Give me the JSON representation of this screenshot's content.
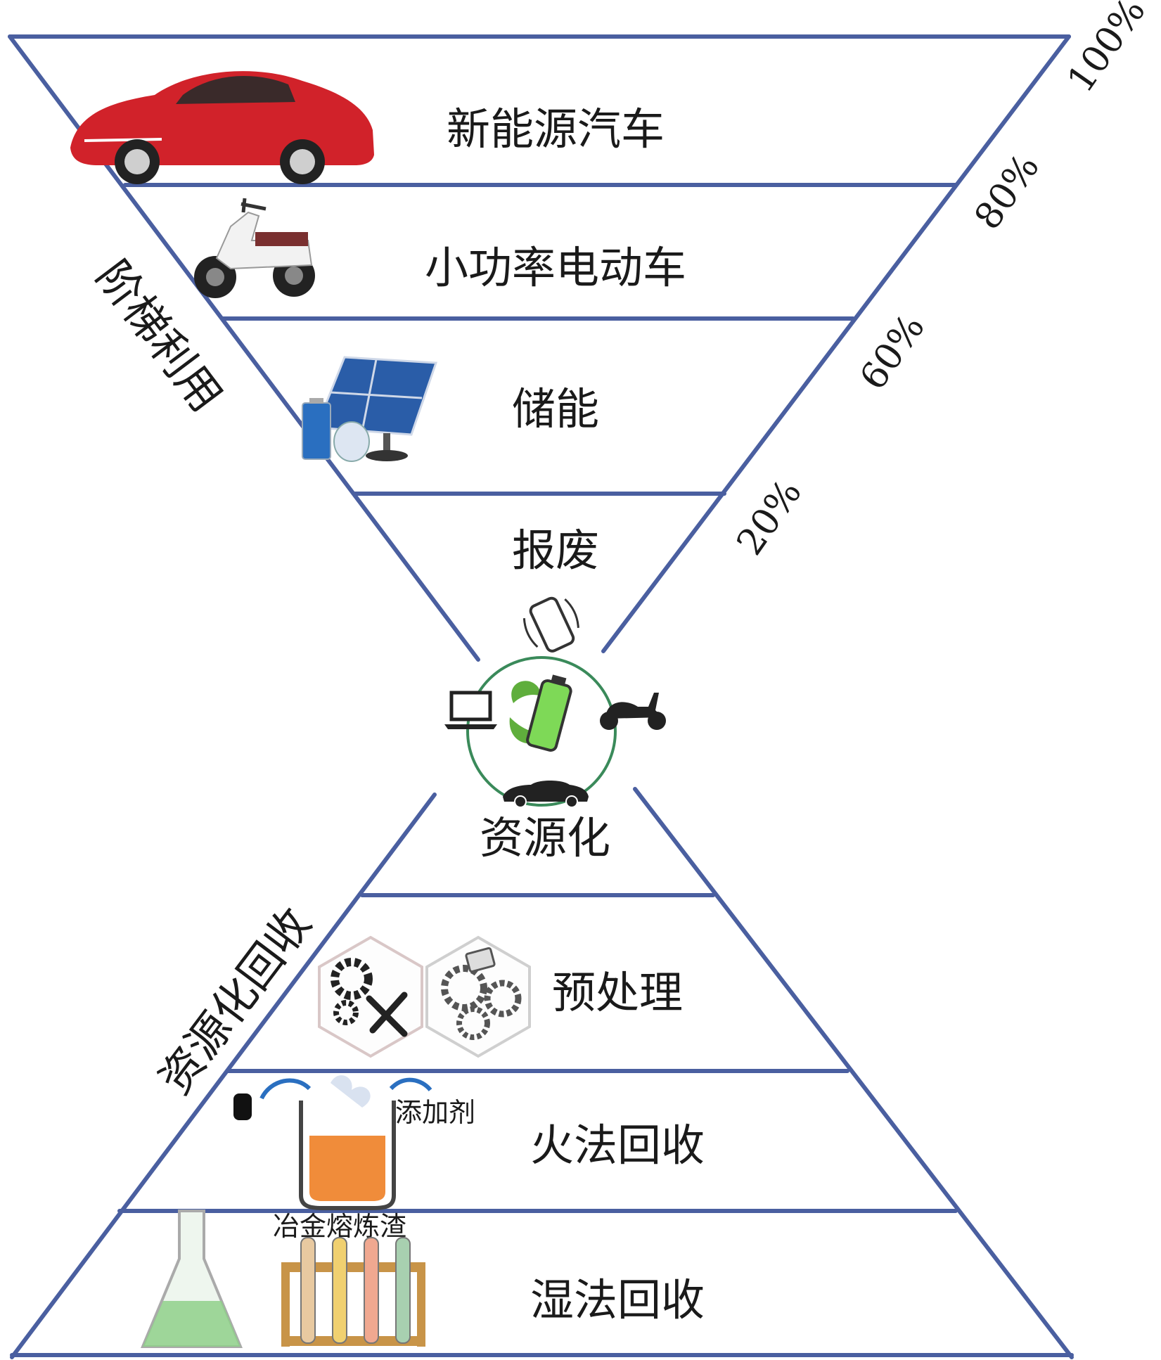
{
  "upper_levels": [
    {
      "label": "新能源汽车",
      "icon": "car-icon"
    },
    {
      "label": "小功率电动车",
      "icon": "scooter-icon"
    },
    {
      "label": "储能",
      "icon": "solar-battery-icon"
    },
    {
      "label": "报废",
      "icon": ""
    }
  ],
  "percentages": [
    "100%",
    "80%",
    "60%",
    "20%"
  ],
  "left_upper_label": "阶梯利用",
  "center_label": "资源化",
  "center_icons": [
    "phone-icon",
    "laptop-icon",
    "battery-leaf-icon",
    "motorbike-icon",
    "car-small-icon"
  ],
  "lower_levels": [
    {
      "label": "预处理",
      "icon": "gears-icon"
    },
    {
      "label": "火法回收",
      "icon": "furnace-icon"
    },
    {
      "label": "湿法回收",
      "icon": "flask-tubes-icon"
    }
  ],
  "left_lower_label": "资源化回收",
  "furnace_additive_label": "添加剂",
  "furnace_slag_label": "冶金熔炼渣",
  "colors": {
    "line": "#4a5fa0",
    "circle": "#3a8a5a",
    "melt": "#f08c3a",
    "car": "#d1222a"
  }
}
